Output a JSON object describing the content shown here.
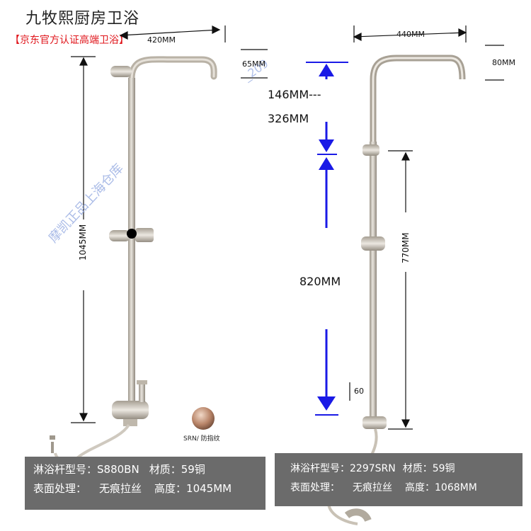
{
  "brand": "九牧熙厨房卫浴",
  "certification": "【京东官方认证高端卫浴】",
  "watermark": "摩凯正品上海仓库",
  "watermark2": "_209",
  "left_product": {
    "dims": {
      "width": "420MM",
      "drop": "65MM",
      "height": "1045MM"
    },
    "finish_label": "SRN/ 防指纹",
    "specs": {
      "model_label": "淋浴杆型号：",
      "model_value": "S880BN",
      "material_label": "材质：",
      "material_value": "59铜",
      "surface_label": "表面处理：",
      "surface_value": "无痕拉丝",
      "height_label": "高度：",
      "height_value": "1045MM"
    }
  },
  "right_product": {
    "dims": {
      "width": "440MM",
      "drop": "80MM",
      "upper": "146MM---",
      "upper2": "326MM",
      "slide": "770MM",
      "lower": "820MM",
      "bottom": "60"
    },
    "specs": {
      "model_label": "淋浴杆型号：",
      "model_value": "2297SRN",
      "material_label": "材质：",
      "material_value": "59铜",
      "surface_label": "表面处理：",
      "surface_value": "无痕拉丝",
      "height_label": "高度：",
      "height_value": "1068MM"
    }
  },
  "colors": {
    "panel": "#6b6b6b",
    "arrow_blue": "#1a1ae6",
    "metal": "#c9c2b6",
    "cert_red": "#e0151b"
  }
}
